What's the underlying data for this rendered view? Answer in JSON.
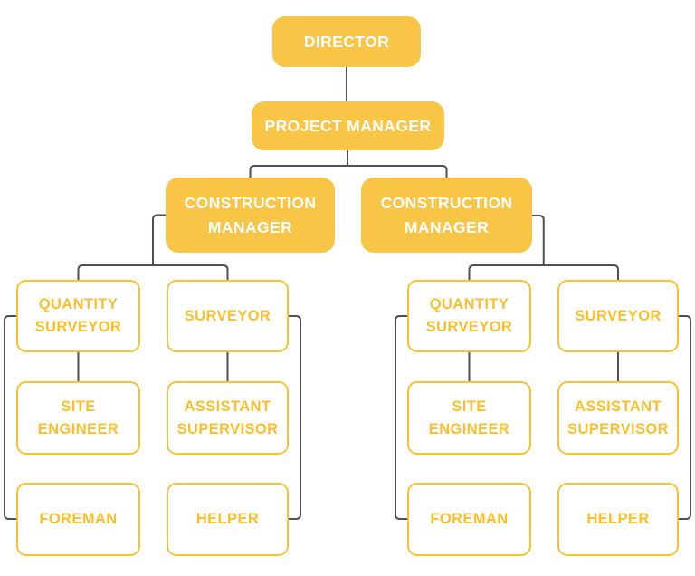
{
  "theme": {
    "node-fill": "#F8C546",
    "node-text": "#FFFFFF",
    "outline-color": "#FBC132",
    "outline-text": "#FBBE2C",
    "connector": "#4A5056",
    "page-bg": "#FFFFFF"
  },
  "org": {
    "director": {
      "label": "DIRECTOR"
    },
    "project_manager": {
      "label": "PROJECT MANAGER"
    },
    "branches": [
      {
        "manager": {
          "label": "CONSTRUCTION MANAGER"
        },
        "staff": [
          {
            "label": "QUANTITY SURVEYOR"
          },
          {
            "label": "SURVEYOR"
          },
          {
            "label": "SITE ENGINEER"
          },
          {
            "label": "ASSISTANT SUPERVISOR"
          },
          {
            "label": "FOREMAN"
          },
          {
            "label": "HELPER"
          }
        ]
      },
      {
        "manager": {
          "label": "CONSTRUCTION MANAGER"
        },
        "staff": [
          {
            "label": "QUANTITY SURVEYOR"
          },
          {
            "label": "SURVEYOR"
          },
          {
            "label": "SITE ENGINEER"
          },
          {
            "label": "ASSISTANT SUPERVISOR"
          },
          {
            "label": "FOREMAN"
          },
          {
            "label": "HELPER"
          }
        ]
      }
    ]
  }
}
